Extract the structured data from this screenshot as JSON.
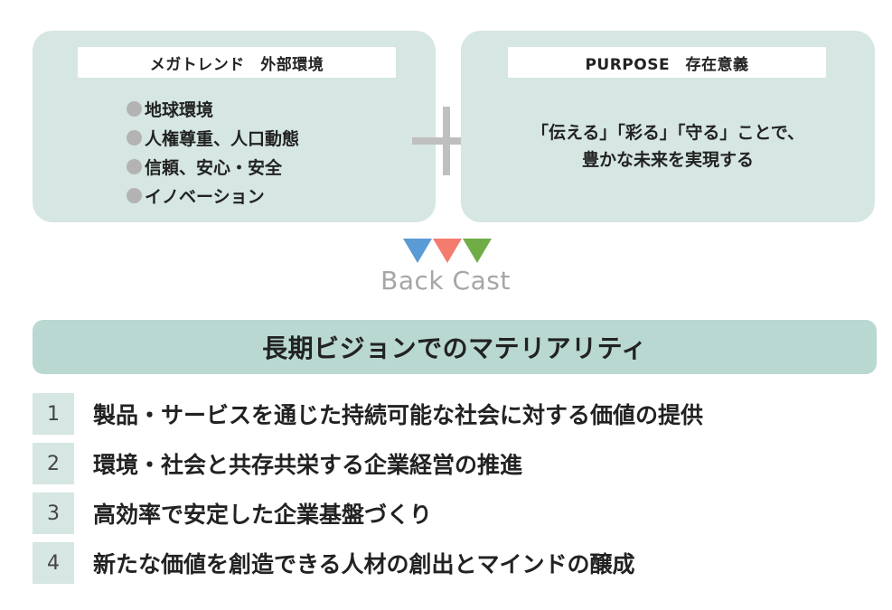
{
  "left_panel": {
    "title": "メガトレンド　外部環境",
    "items": [
      "地球環境",
      "人権尊重、人口動態",
      "信頼、安心・安全",
      "イノベーション"
    ]
  },
  "right_panel": {
    "title": "PURPOSE　存在意義",
    "text_line1": "「伝える」「彩る」「守る」ことで、",
    "text_line2": "豊かな未来を実現する"
  },
  "triangle_colors": [
    "#5b9bd5",
    "#f47c6f",
    "#70ad47"
  ],
  "backcast_label": "Back Cast",
  "materiality_title": "長期ビジョンでのマテリアリティ",
  "materiality_items": [
    {
      "number": "1",
      "text": "製品・サービスを通じた持続可能な社会に対する価値の提供"
    },
    {
      "number": "2",
      "text": "環境・社会と共存共栄する企業経営の推進"
    },
    {
      "number": "3",
      "text": "高効率で安定した企業基盤づくり"
    },
    {
      "number": "4",
      "text": "新たな価値を創造できる人材の創出とマインドの醸成"
    }
  ]
}
